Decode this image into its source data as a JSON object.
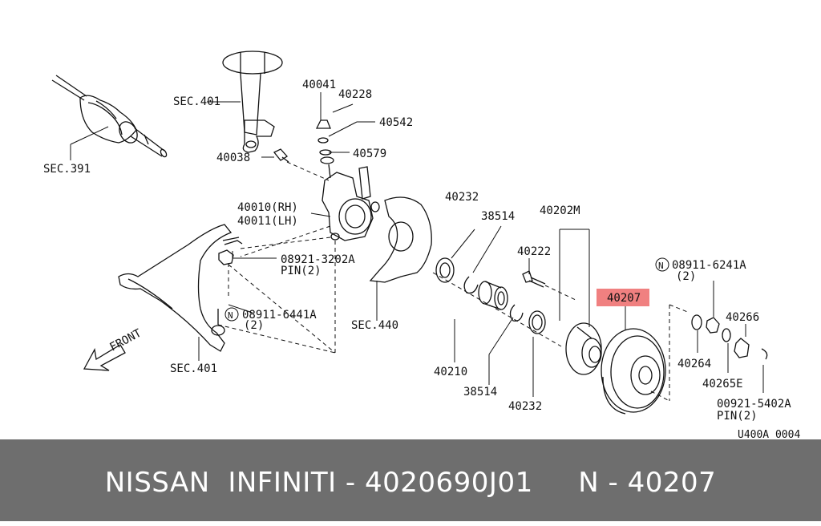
{
  "diagram": {
    "labels": {
      "sec401_top": "SEC.401",
      "sec391": "SEC.391",
      "p40041": "40041",
      "p40228": "40228",
      "p40542": "40542",
      "p40579": "40579",
      "p40038": "40038",
      "p40010": "40010(RH)",
      "p40011": "40011(LH)",
      "p08921": "08921-3202A",
      "pin2_a": "PIN(2)",
      "n_symbol": "N",
      "p08911_6441": "08911-6441A",
      "qty2_a": "(2)",
      "front": "FRONT",
      "sec401_bottom": "SEC.401",
      "sec440": "SEC.440",
      "p40232_top": "40232",
      "p38514_top": "38514",
      "p40202m": "40202M",
      "p40222": "40222",
      "p40210": "40210",
      "p38514_bottom": "38514",
      "p40232_bottom": "40232",
      "p40207": "40207",
      "p08911_6241": "08911-6241A",
      "qty2_b": "(2)",
      "p40266": "40266",
      "p40264": "40264",
      "p40265e": "40265E",
      "p00921": "00921-5402A",
      "pin2_b": "PIN(2)",
      "diagram_code": "U400A 0004"
    },
    "highlight_color": "#f08080"
  },
  "banner": {
    "text": "NISSAN  INFINITI - 4020690J01     N - 40207",
    "background": "#6e6e6e",
    "text_color": "#ffffff"
  }
}
